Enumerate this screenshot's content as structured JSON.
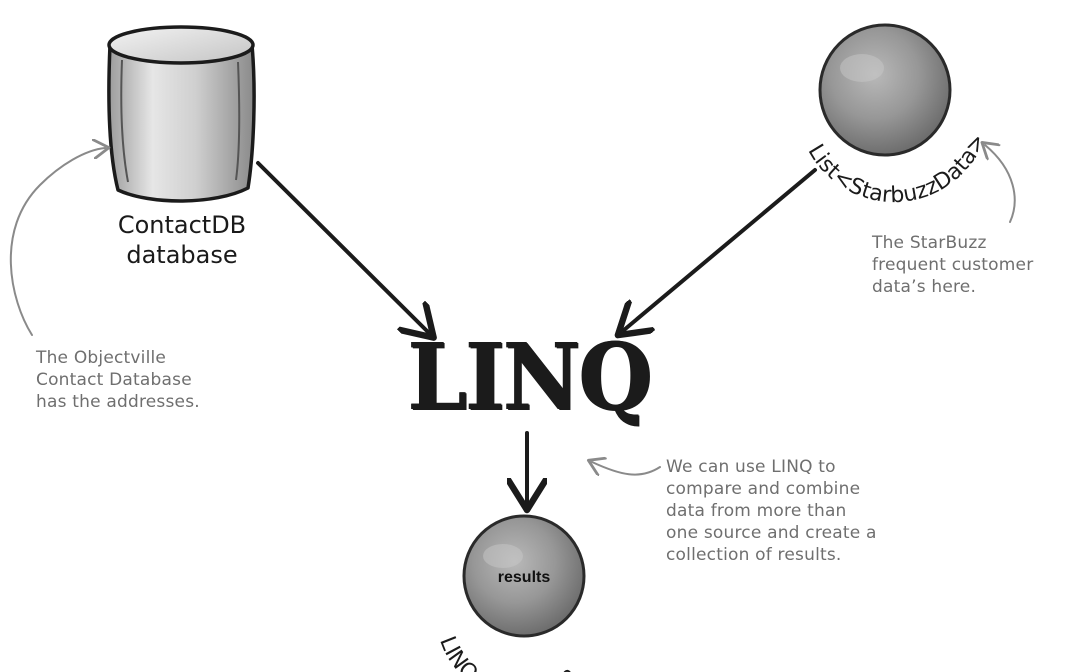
{
  "diagram": {
    "nodes": {
      "database": {
        "label_lines": [
          "ContactDB",
          "database"
        ]
      },
      "list": {
        "curved_label": "List<StarbuzzData>"
      },
      "linq": {
        "title": "LINQ"
      },
      "results": {
        "inner_label": "results",
        "curved_label": "LINQ Collection"
      }
    },
    "annotations": {
      "objectville": {
        "lines": [
          "The Objectville",
          "Contact Database",
          "has the addresses."
        ]
      },
      "starbuzz": {
        "lines": [
          "The StarBuzz",
          "frequent customer",
          "data’s here."
        ]
      },
      "linq_note": {
        "lines": [
          "We can use LINQ to",
          "compare and combine",
          "data from more than",
          "one source and create a",
          "collection of results."
        ]
      }
    },
    "edges": [
      {
        "from": "database",
        "to": "linq"
      },
      {
        "from": "list",
        "to": "linq"
      },
      {
        "from": "linq",
        "to": "results"
      }
    ],
    "colors": {
      "ink": "#1b1b1b",
      "annotation": "#7a7a7a",
      "sphere": "#8e8e8e"
    }
  }
}
